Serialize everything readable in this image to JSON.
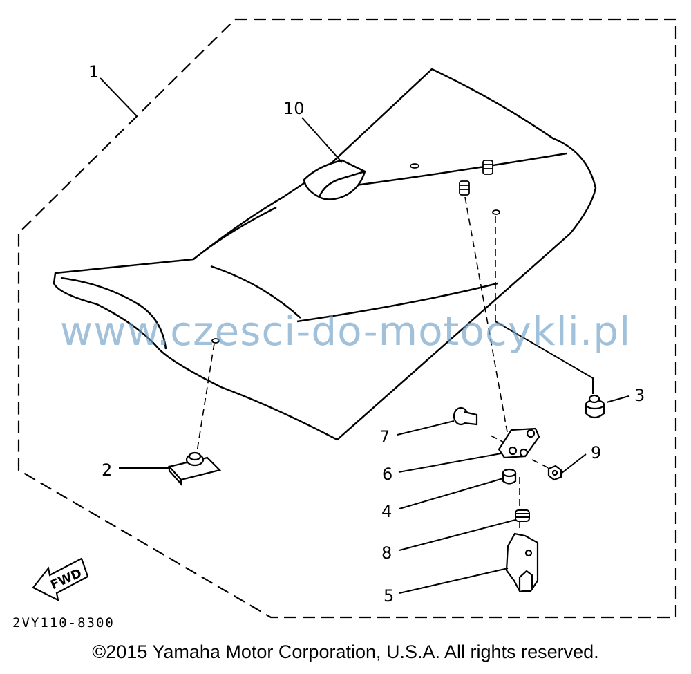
{
  "diagram": {
    "assembly_code": "2VY110-8300",
    "fwd_label": "FWD",
    "watermark": "www.czesci-do-motocykli.pl",
    "copyright": "©2015 Yamaha Motor Corporation, U.S.A. All rights reserved.",
    "callouts": [
      "1",
      "2",
      "3",
      "4",
      "5",
      "6",
      "7",
      "8",
      "9",
      "10"
    ]
  }
}
